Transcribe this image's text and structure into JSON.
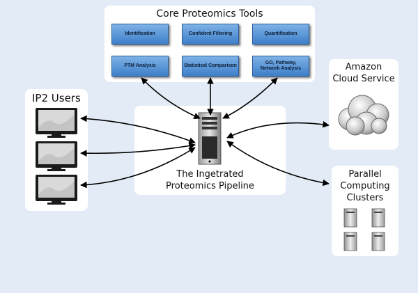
{
  "core_tools": {
    "title": "Core Proteomics Tools",
    "tools": [
      "Identification",
      "Confident Filtering",
      "Quantification",
      "PTM Analysis",
      "Statistical Comparison",
      "GO, Pathway,\nNetwork Analysis"
    ]
  },
  "users": {
    "title": "IP2 Users"
  },
  "pipeline": {
    "title": "The Ingetrated\nProteomics Pipeline"
  },
  "amazon": {
    "title": "Amazon\nCloud Service"
  },
  "parallel": {
    "title": "Parallel\nComputing\nClusters"
  },
  "colors": {
    "background": "#e3ecf6",
    "tool_box": "#5b97d8",
    "arrow": "#000000"
  },
  "icons": [
    "monitor-icon",
    "server-tower-icon",
    "cloud-icon",
    "cluster-server-icon"
  ]
}
